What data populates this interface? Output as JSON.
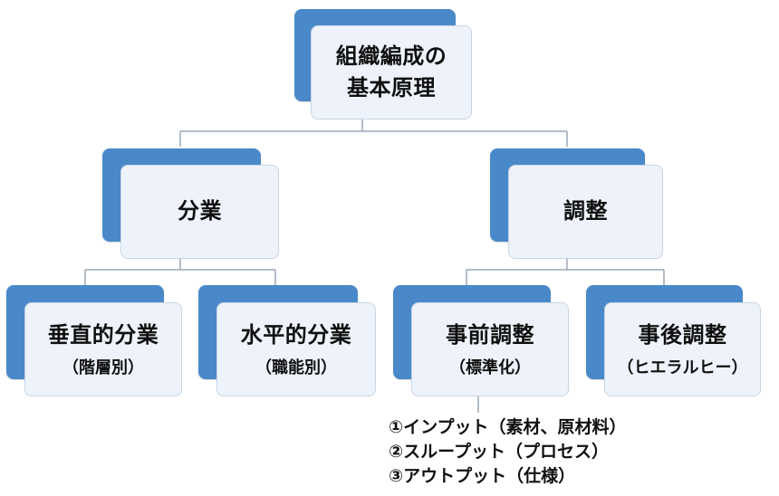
{
  "diagram": {
    "root": {
      "line1": "組織編成の",
      "line2": "基本原理"
    },
    "left": {
      "label": "分業",
      "children": [
        {
          "label": "垂直的分業",
          "sub": "（階層別）"
        },
        {
          "label": "水平的分業",
          "sub": "（職能別）"
        }
      ]
    },
    "right": {
      "label": "調整",
      "children": [
        {
          "label": "事前調整",
          "sub": "（標準化）"
        },
        {
          "label": "事後調整",
          "sub": "（ヒエラルヒー）"
        }
      ]
    },
    "prior_adjustment_inputs": [
      "①インプット（素材、原材料）",
      "②スループット（プロセス）",
      "③アウトプット（仕様）"
    ]
  },
  "colors": {
    "back_block": "#4a89c9",
    "front_card": "#eef3fb",
    "front_border": "#c8d5e4",
    "connector": "#9aa7b6"
  }
}
